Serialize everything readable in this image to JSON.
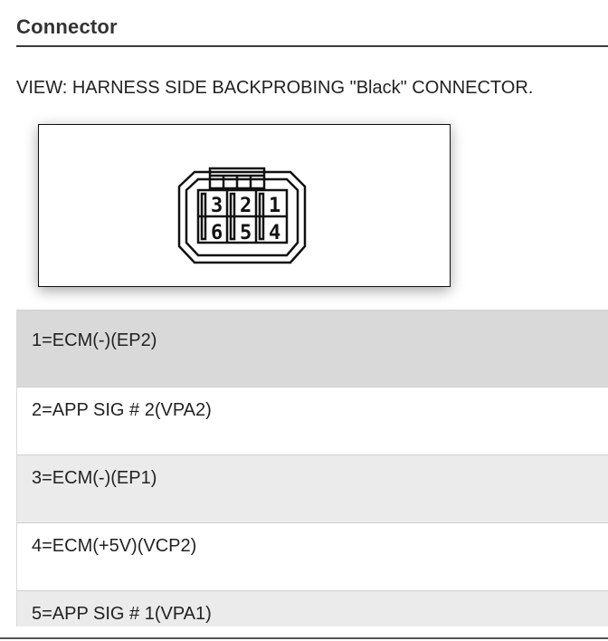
{
  "section": {
    "title": "Connector"
  },
  "view": {
    "text": "VIEW: HARNESS SIDE BACKPROBING \"Black\" CONNECTOR."
  },
  "connector": {
    "pins_top": [
      "3",
      "2",
      "1"
    ],
    "pins_bottom": [
      "6",
      "5",
      "4"
    ]
  },
  "pins": [
    {
      "label": "1=ECM(-)(EP2)"
    },
    {
      "label": "2=APP SIG # 2(VPA2)"
    },
    {
      "label": "3=ECM(-)(EP1)"
    },
    {
      "label": "4=ECM(+5V)(VCP2)"
    },
    {
      "label": "5=APP SIG # 1(VPA1)"
    }
  ]
}
